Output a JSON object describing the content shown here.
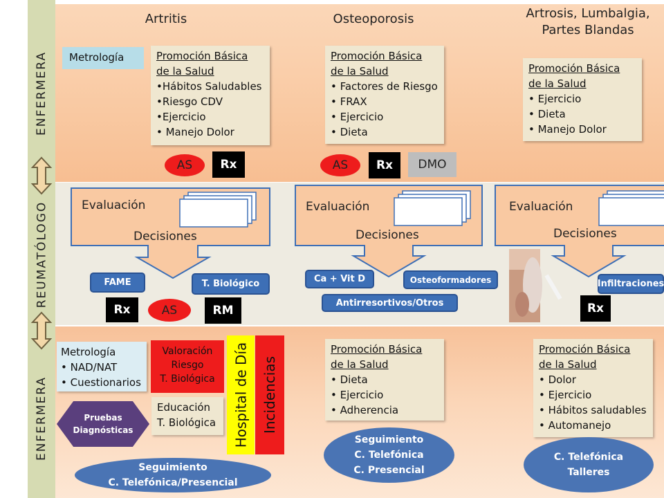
{
  "sidebar": {
    "enfermera_top": "ENFERMERA",
    "reumatologo": "REUMATÓLOGO",
    "enfermera_bottom": "ENFERMERA"
  },
  "columns": {
    "artritis": "Artritis",
    "osteoporosis": "Osteoporosis",
    "artrosis_line1": "Artrosis, Lumbalgia,",
    "artrosis_line2": "Partes Blandas"
  },
  "top": {
    "metrologia": "Metrología",
    "promo_title_1": "Promoción Básica",
    "promo_title_2": "de la Salud",
    "artritis_items": [
      "•Hábitos Saludables",
      "•Riesgo CDV",
      "•Ejercicio",
      "• Manejo Dolor"
    ],
    "osteo_items": [
      "• Factores de Riesgo",
      "• FRAX",
      "• Ejercicio",
      "• Dieta"
    ],
    "artrosis_items": [
      "• Ejercicio",
      "• Dieta",
      "• Manejo Dolor"
    ],
    "as_label": "AS",
    "rx_label": "Rx",
    "dmo_label": "DMO"
  },
  "mid": {
    "evaluacion": "Evaluación",
    "decisiones": "Decisiones",
    "fame": "FAME",
    "t_biologico": "T. Biológico",
    "rx": "Rx",
    "as": "AS",
    "rm": "RM",
    "ca_vit_d": "Ca + Vit D",
    "osteoformadores": "Osteoformadores",
    "antirresortivos": "Antirresortivos/Otros",
    "infiltraciones": "Infiltraciones"
  },
  "bottom": {
    "metrologia_title": "Metrología",
    "metrologia_items": [
      "• NAD/NAT",
      "• Cuestionarios"
    ],
    "valoracion": [
      "Valoración",
      "Riesgo",
      "T. Biológica"
    ],
    "hospital_dia": "Hospital de Día",
    "incidencias": "Incidencias",
    "educacion": [
      "Educación",
      "T. Biológica"
    ],
    "pruebas": [
      "Pruebas",
      "Diagnósticas"
    ],
    "seguimiento_artritis": [
      "Seguimiento",
      "C. Telefónica/Presencial"
    ],
    "promo_title_1": "Promoción Básica",
    "promo_title_2": "de la Salud",
    "osteo_items": [
      "• Dieta",
      "• Ejercicio",
      "• Adherencia"
    ],
    "seguimiento_osteo": [
      "Seguimiento",
      "C. Telefónica",
      "C. Presencial"
    ],
    "artrosis_items": [
      "• Dolor",
      "• Ejercicio",
      "• Hábitos saludables",
      "• Automanejo"
    ],
    "seguimiento_artrosis": [
      "C. Telefónica",
      "Talleres"
    ]
  },
  "colors": {
    "red": "#ee1c1c",
    "blue": "#3d6fb6",
    "yellow": "#ffff00",
    "purple": "#5a3f7d"
  }
}
